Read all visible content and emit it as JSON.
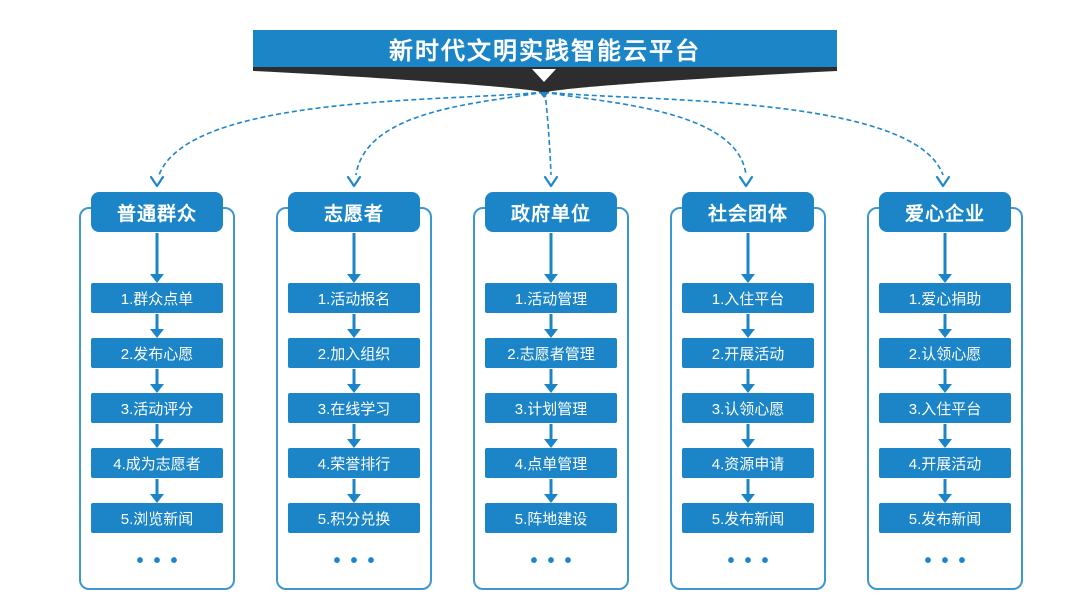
{
  "banner": {
    "title": "新时代文明实践智能云平台"
  },
  "ellipsis": "•••",
  "columns": [
    {
      "header": "普通群众",
      "items": [
        "1.群众点单",
        "2.发布心愿",
        "3.活动评分",
        "4.成为志愿者",
        "5.浏览新闻"
      ]
    },
    {
      "header": "志愿者",
      "items": [
        "1.活动报名",
        "2.加入组织",
        "3.在线学习",
        "4.荣誉排行",
        "5.积分兑换"
      ]
    },
    {
      "header": "政府单位",
      "items": [
        "1.活动管理",
        "2.志愿者管理",
        "3.计划管理",
        "4.点单管理",
        "5.阵地建设"
      ]
    },
    {
      "header": "社会团体",
      "items": [
        "1.入住平台",
        "2.开展活动",
        "3.认领心愿",
        "4.资源申请",
        "5.发布新闻"
      ]
    },
    {
      "header": "爱心企业",
      "items": [
        "1.爱心捐助",
        "2.认领心愿",
        "3.入住平台",
        "4.开展活动",
        "5.发布新闻"
      ]
    }
  ],
  "colors": {
    "primary_blue": "#1b85c7",
    "frame_border": "#3e97cf",
    "dashed_arrow": "#1e86cc",
    "ribbon_dark": "#2d2d2d",
    "text_on_blue": "#ffffff",
    "background": "#ffffff"
  }
}
